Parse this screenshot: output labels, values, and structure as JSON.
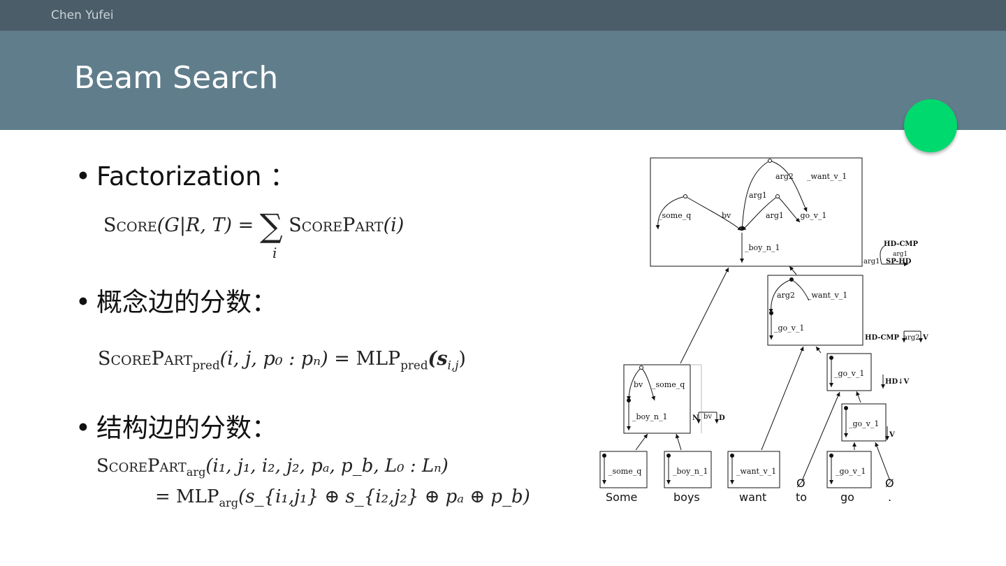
{
  "header": {
    "author": "Chen Yufei",
    "title": "Beam Search"
  },
  "bullets": [
    {
      "text": "Factorization ："
    },
    {
      "text": "概念边的分数："
    },
    {
      "text": "结构边的分数："
    }
  ],
  "formulas": {
    "score": {
      "lhs": "Score",
      "args": "(G|R, T) =",
      "sum_index": "i",
      "rhs": "ScorePart",
      "rhs_args": "(i)"
    },
    "pred": {
      "name": "ScorePart",
      "sub": "pred",
      "args": "(i, j, p₀ : pₙ) =",
      "mlp": "MLP",
      "mlp_sub": "pred",
      "mlp_args": "(s",
      "s_sub": "i,j",
      "close": ")"
    },
    "arg": {
      "name": "ScorePart",
      "sub": "arg",
      "args": "(i₁, j₁, i₂, j₂, pₐ, p_b, L₀ : Lₙ)",
      "line2": "= MLP",
      "line2_sub": "arg",
      "line2_args": "(s_{i₁,j₁} ⊕ s_{i₂,j₂} ⊕ pₐ ⊕ p_b)"
    }
  },
  "diagram": {
    "words": [
      "Some",
      "boys",
      "want",
      "to",
      "go",
      "."
    ],
    "empty_symbol": "Ø",
    "labels": {
      "some_q": "_some_q",
      "boy_n_1": "_boy_n_1",
      "want_v_1": "_want_v_1",
      "go_v_1": "_go_v_1",
      "bv": "bv",
      "arg1": "arg1",
      "arg2": "arg2"
    },
    "rules": {
      "hd_cmp": "HD-CMP",
      "sp_hd": "SP-HD",
      "hd_v": "HD↓V",
      "n": "N",
      "d": "D",
      "v": "V"
    }
  },
  "colors": {
    "topbar": "#4b5d68",
    "titlebar": "#607d8b",
    "accent_circle": "#00d96d"
  }
}
